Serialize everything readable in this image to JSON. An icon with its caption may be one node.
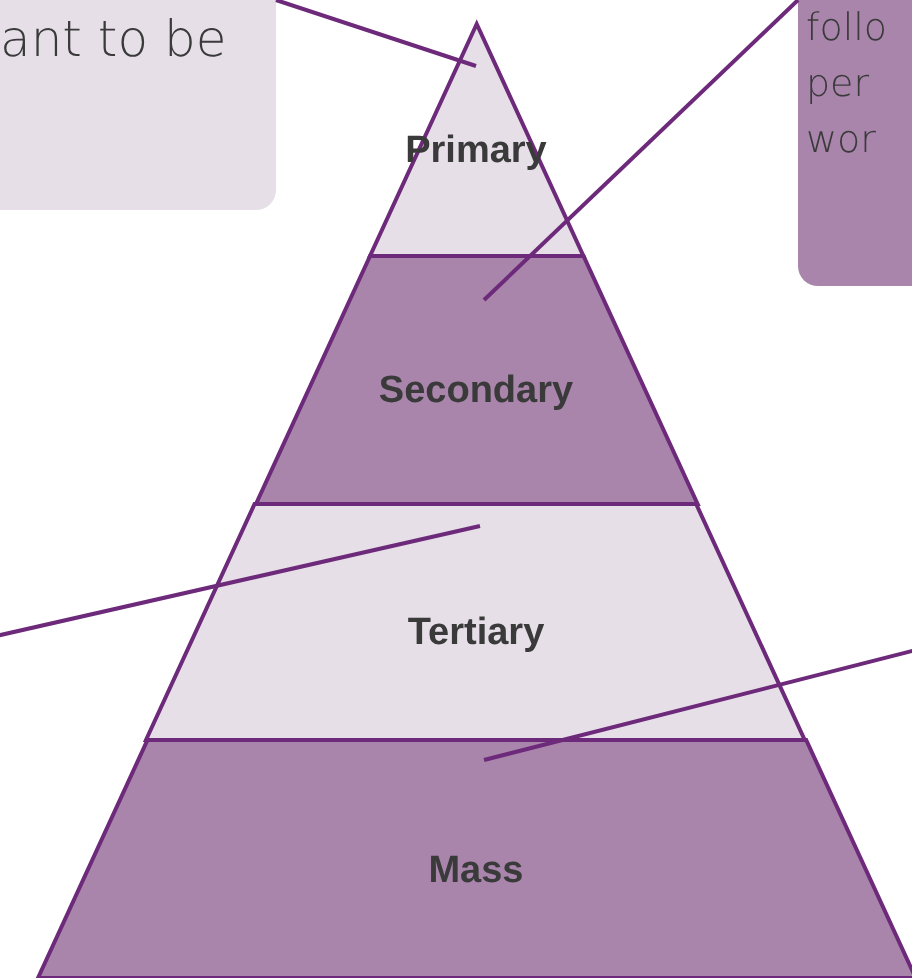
{
  "diagram": {
    "nodes": [
      {
        "text": [
          "ant to be"
        ]
      },
      {
        "text": [
          "follo per wor"
        ]
      },
      {
        "text": [
          "Primary"
        ]
      },
      {
        "text": [
          "Secondary"
        ]
      },
      {
        "text": [
          "Tertiary"
        ]
      },
      {
        "text": [
          "Mass"
        ]
      }
    ],
    "edges": [
      {
        "from": 0,
        "to": 2,
        "arrow": "none"
      },
      {
        "from": 1,
        "to": 3,
        "arrow": "none"
      },
      {
        "from": null,
        "to": 4,
        "arrow": "none"
      },
      {
        "from": null,
        "to": 5,
        "arrow": "none"
      }
    ]
  }
}
